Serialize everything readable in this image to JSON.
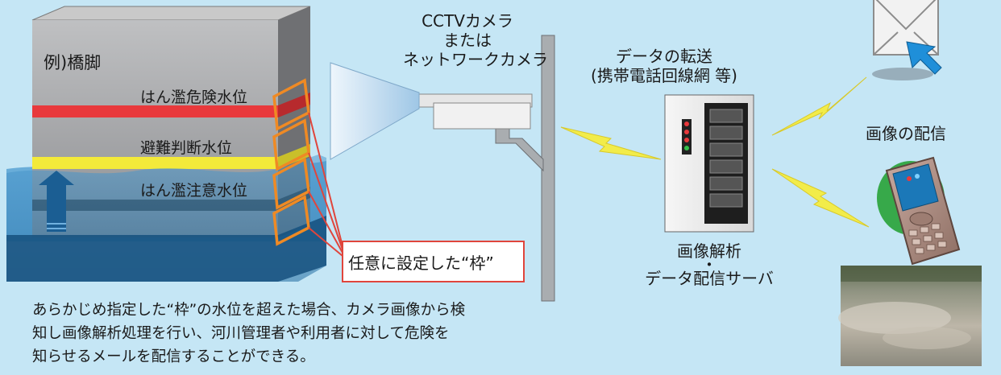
{
  "pier": {
    "label": "例)橋脚"
  },
  "levels": {
    "danger": "はん濫危険水位",
    "evacuation": "避難判断水位",
    "caution": "はん濫注意水位"
  },
  "frame_callout": "任意に設定した“枠”",
  "camera": {
    "line1": "CCTVカメラ",
    "line2": "または",
    "line3": "ネットワークカメラ"
  },
  "transfer": {
    "line1": "データの転送",
    "line2": "(携帯電話回線網 等)"
  },
  "server": {
    "line1": "画像解析",
    "line2": "・",
    "line3": "データ配信サーバ"
  },
  "delivery": {
    "label": "画像の配信"
  },
  "description": {
    "line1": "あらかじめ指定した“枠”の水位を超えた場合、カメラ画像から検",
    "line2": "知し画像解析処理を行い、河川管理者や利用者に対して危険を",
    "line3": "知らせるメールを配信することができる。"
  },
  "colors": {
    "background": "#c5e6f5",
    "danger_line": "#e8393c",
    "evacuation_line": "#f3ea3a",
    "caution_line": "#3a3a3a",
    "frame": "#ef8a24",
    "water": "#2f7fb3",
    "arrow": "#1b5e93",
    "lightning": "#f2ec4a"
  }
}
